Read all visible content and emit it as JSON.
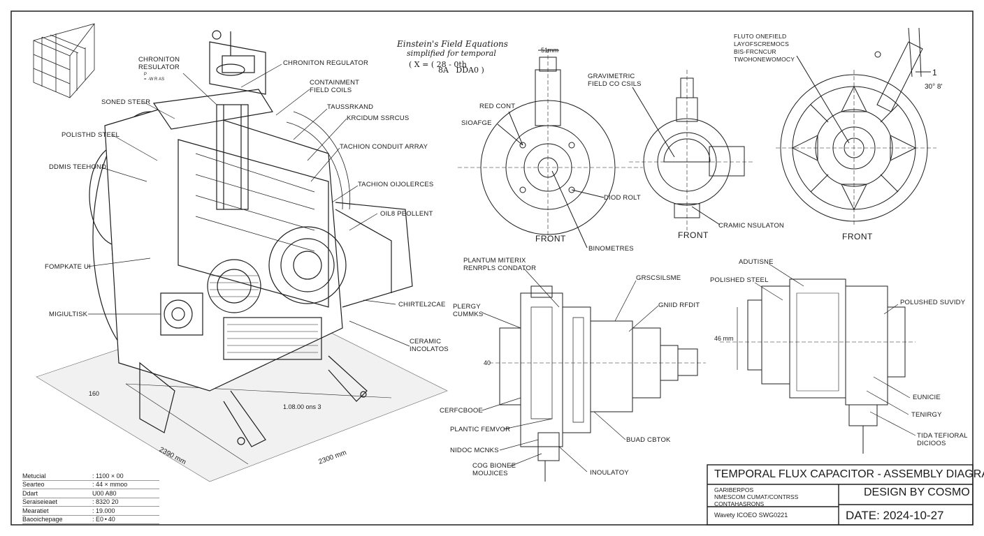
{
  "equation": {
    "title": "Einstein's Field Equations",
    "subtitle": "simplified for temporal",
    "formula": "( X = ( 28 - 0th\n            8A   DDA0 )"
  },
  "main_view": {
    "labels": {
      "chroniton_regulator_left": "CHRONITON\nRESULATOR",
      "chroniton_regulator_left_sub": "P\n= -W R As",
      "chroniton_regulator": "CHRONITON REGULATOR",
      "containment_field_coils": "CONTAINMENT\nFIELD COILS",
      "tachyon_sub": "TAUSSRKAND",
      "kronium_sensors": "KRCIDUM SSRCUS",
      "tachion_conduit_array": "TACHION CONDUIT ARRAY",
      "tachion_oscillators": "TACHION OIJOLERCES",
      "sonic_steel": "SONED STEER",
      "polished_steel": "POLISTHD STEEL",
      "dimensional_bond": "DDMIS TEEHOND",
      "flux_port": "FOMPKATE UI",
      "magnetic_lock": "MIGIULTISK",
      "oil_coolant": "OIL8 PEOLLENT",
      "chassis_cage": "CHIRTEL2CAE",
      "ceramic_insulators": "CERAMIC\nINCOLATOS"
    },
    "dimensions": {
      "height_mark": "160",
      "inner": "1.08.00 ons 3",
      "width_left": "2390 mm",
      "width_right": "2300 mm"
    }
  },
  "spec_table": [
    {
      "key": "Metucial",
      "value": ": 1100 × 00"
    },
    {
      "key": "Searteo",
      "value": ": 44 × mmoo"
    },
    {
      "key": "Ddart",
      "value": "  U00 A80"
    },
    {
      "key": "Seraiseieaet",
      "value": ": 8320 20"
    },
    {
      "key": "Mearatiet",
      "value": ": 19.000"
    },
    {
      "key": "Baooichepage",
      "value": ": E0 • 40"
    }
  ],
  "front_view_1": {
    "top_dim": "51mm",
    "labels": {
      "red_cont": "RED CONT",
      "siorage": "SIOAFGE",
      "diod_bolt": "DIOD ROLT",
      "binometries": "BINOMETRES",
      "view": "FRONT"
    }
  },
  "front_view_2": {
    "labels": {
      "gravimetric": "GRAVIMETRIC\nFIELD CO CSILS",
      "ceramic_insulation": "CRAMIC NSULATON",
      "view": "FRONT"
    }
  },
  "front_view_3": {
    "labels": {
      "flux_field": "FLUTO ONEFIELD\nLAYOFSCREMOCS\nBIS-FRCNCUR\nTWOHONEWOMOCY",
      "dim_1": "1",
      "dim_angle": "30° 8'",
      "view": "FRONT"
    }
  },
  "side_view": {
    "labels": {
      "plantum_matrix": "PLANTUM MITERIX\nRENRPLS CONDATOR",
      "grsilsme": "GRSCSILSME",
      "gnd_radit": "GNIID RFDIT",
      "plergy_cummks": "PLERGY\nCUMMKS",
      "dim_40": "40",
      "cenfcboce": "CERFCBOOE",
      "plantic_fenvor": "PLANTIC FEMVOR",
      "nidoc_mcnks": "NIDOC MCNKS",
      "cog_bionee": "COG BIONEE\nMOUJICES",
      "buad_cbtok": "BUAD CBTOK",
      "inoulatoy": "INOULATOY"
    }
  },
  "rear_view": {
    "labels": {
      "adutisne": "ADUTISNE",
      "polished_steel": "POLISHED STEEL",
      "polished_suvidy": "POLUSHED SUVIDY",
      "dim_46": "46 mm",
      "eunicie": "EUNICIE",
      "tenirgy": "TENIRGY",
      "tidal_teporal": "TIDA TEFIORAL\nDICIOOS"
    }
  },
  "title_block": {
    "title": "TEMPORAL FLUX CAPACITOR - ASSEMBLY DIAGRAM",
    "notes": "GARIBERPOS\nNMESCOM CUMAT/CONTRSS\nCONTAHASRONS",
    "code": "Wavety ICOEO SWG0221",
    "design": "DESIGN BY COSMO",
    "date": "DATE: 2024-10-27"
  }
}
